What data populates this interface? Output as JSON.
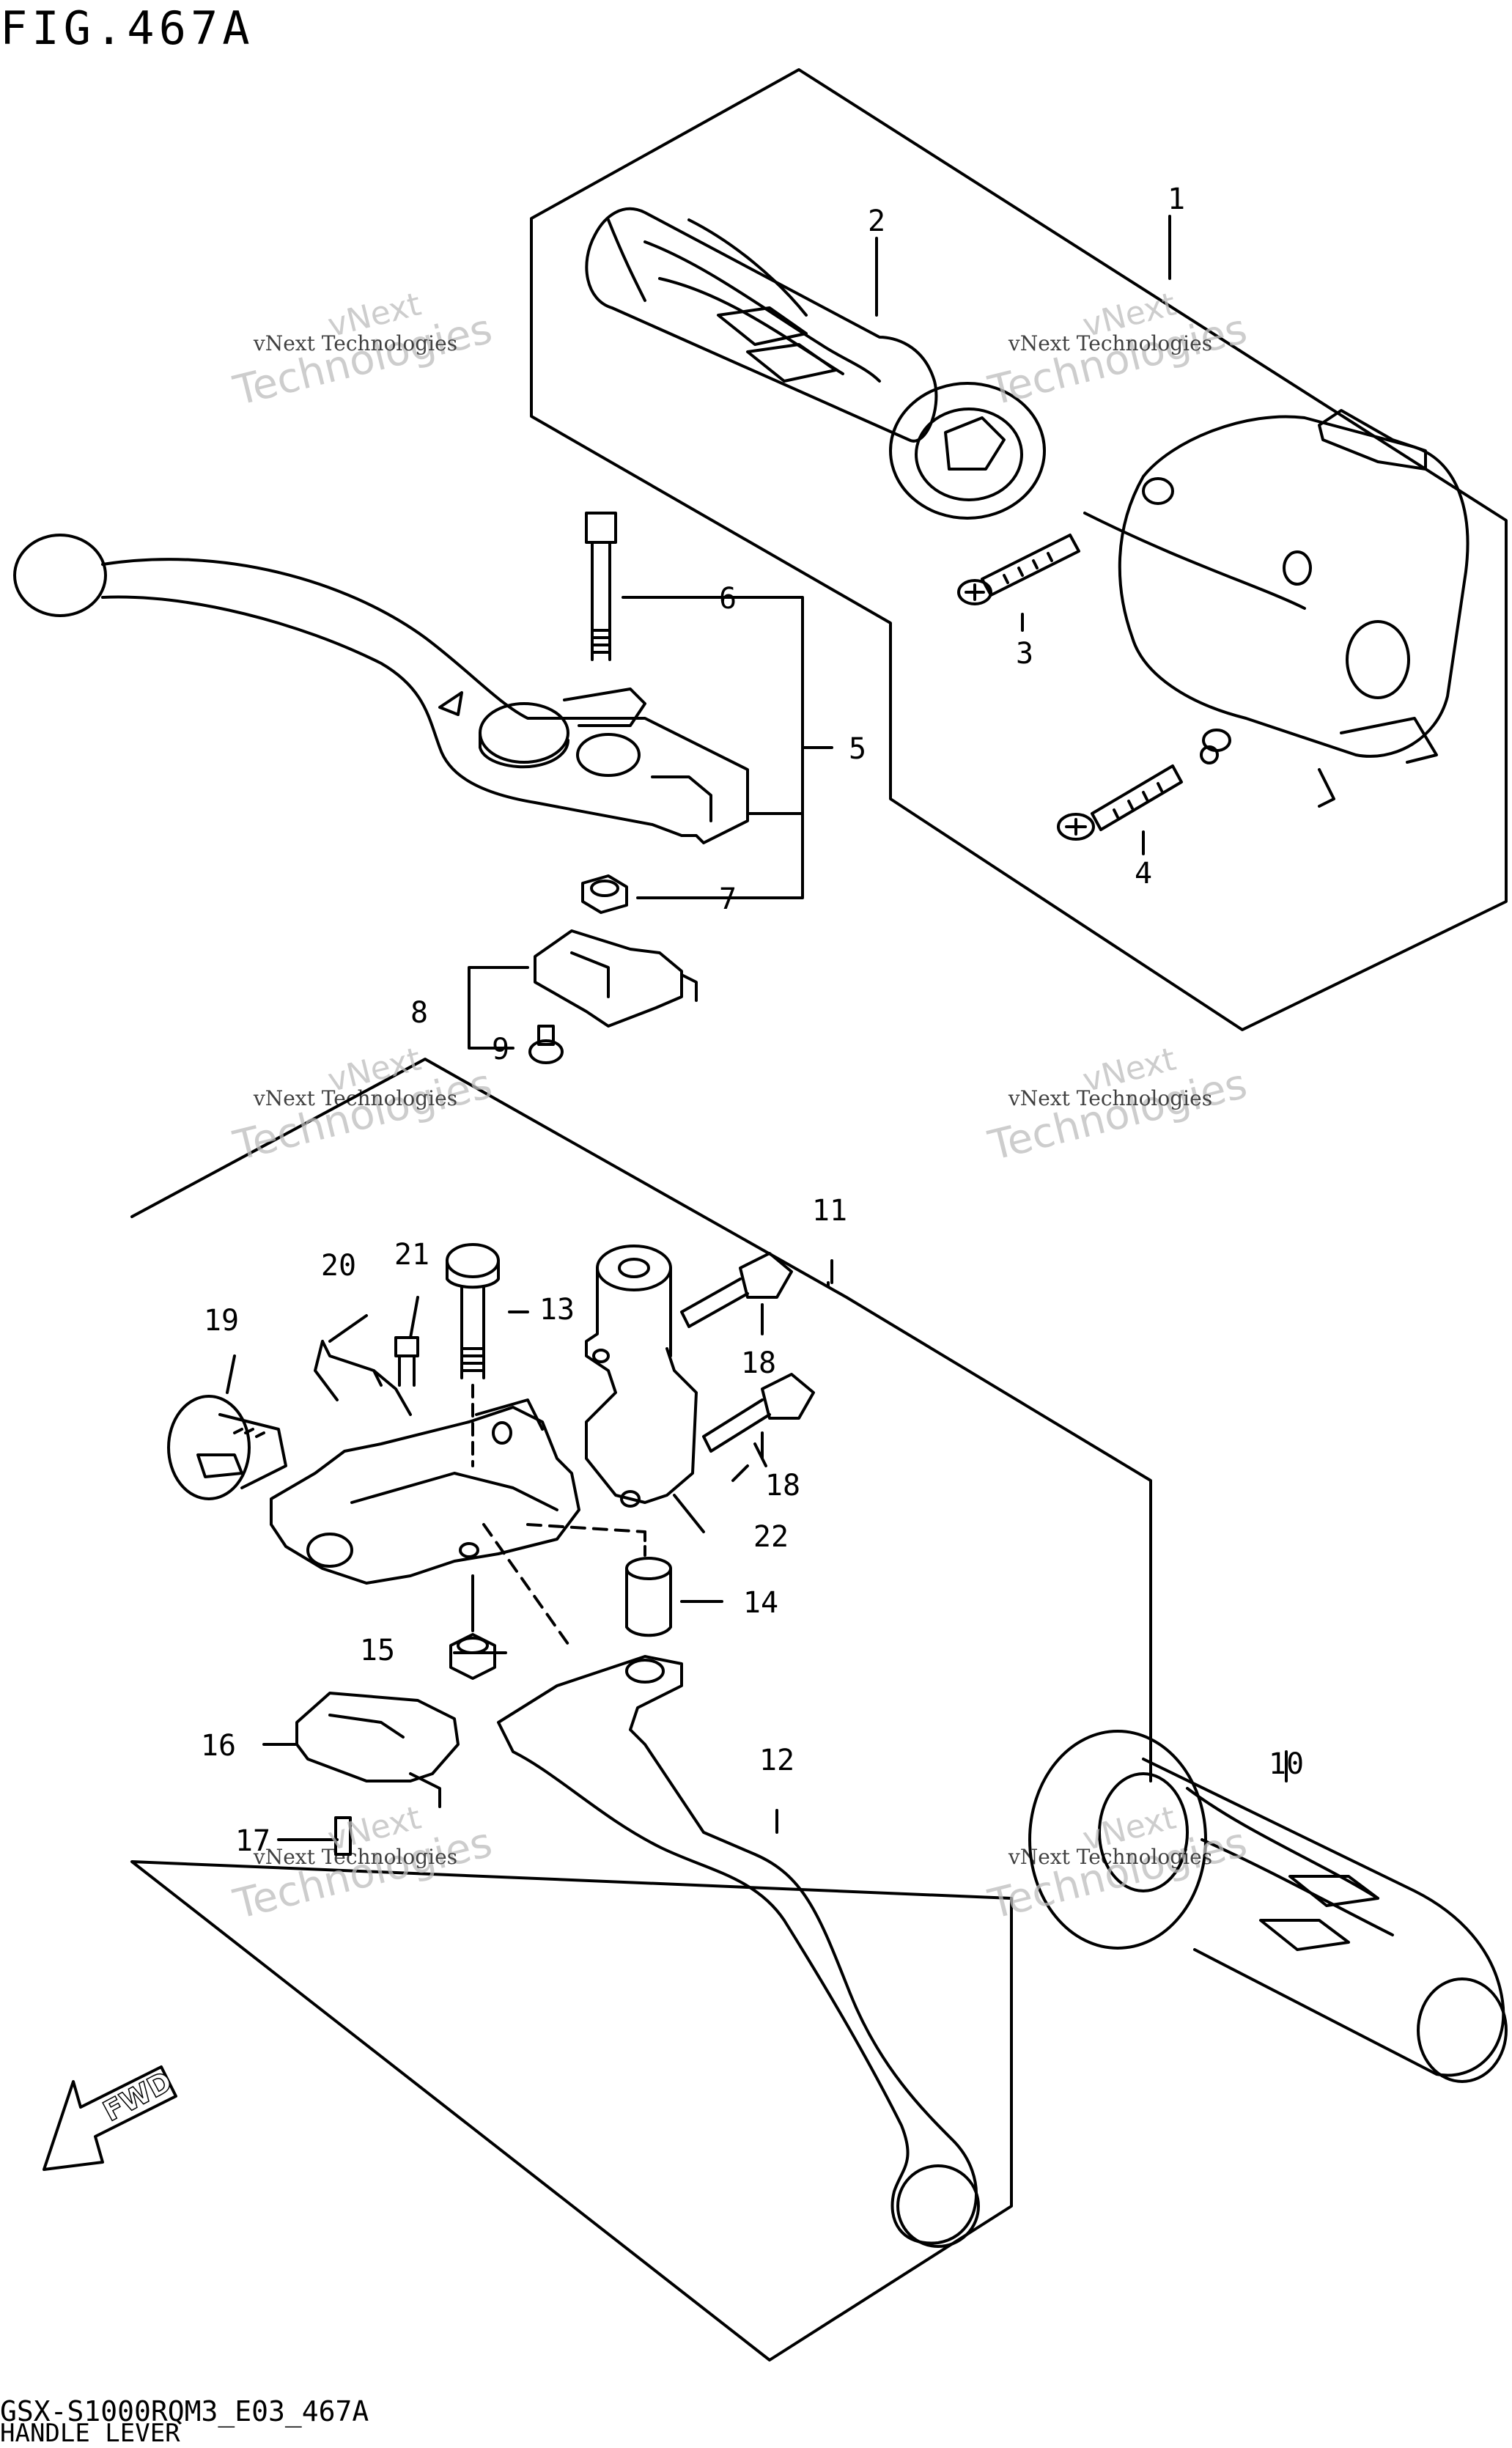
{
  "figure_title": "FIG.467A",
  "footer": {
    "model_code": "GSX-S1000RQM3_E03_467A",
    "section_name": "HANDLE LEVER"
  },
  "watermark": {
    "line1": "vNext Technologies",
    "line2": "vNext",
    "line3": "Technologies"
  },
  "fwd_label": "FWD",
  "callouts": [
    "1",
    "2",
    "3",
    "4",
    "5",
    "6",
    "7",
    "8",
    "9",
    "10",
    "11",
    "12",
    "13",
    "14",
    "15",
    "16",
    "17",
    "18",
    "18",
    "19",
    "20",
    "21",
    "22"
  ]
}
